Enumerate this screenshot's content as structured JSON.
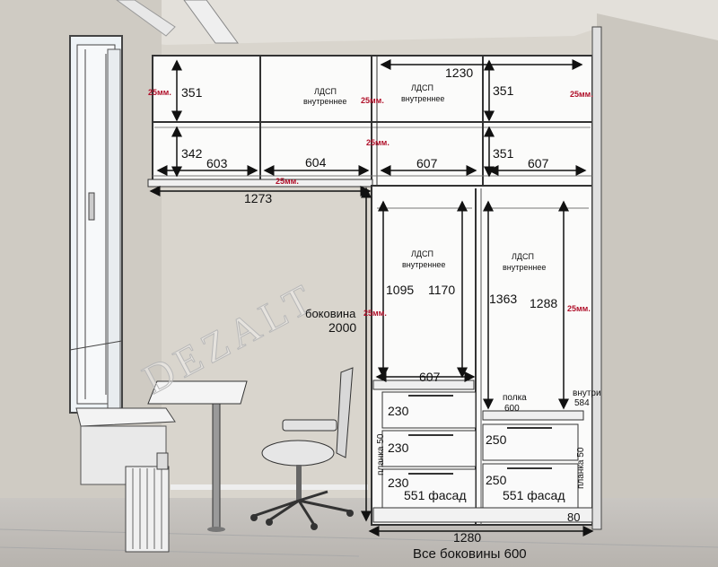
{
  "watermark": "DEZALT",
  "dims": {
    "top_width": "1230",
    "upper_shelf_h_left": "351",
    "upper_shelf_h_right": "351",
    "lower_shelf_h_left": "342",
    "lower_shelf_h_right": "351",
    "w_603": "603",
    "w_604": "604",
    "w_607_upper": "607",
    "w_607_upper_right": "607",
    "w_1273": "1273",
    "h_1095": "1095",
    "h_1170": "1170",
    "h_1363": "1363",
    "h_1288": "1288",
    "w_607_mid": "607",
    "side_label": "боковина",
    "side_height": "2000",
    "drawer1": "230",
    "drawer2": "230",
    "drawer3": "230",
    "drawer4": "250",
    "drawer5": "250",
    "facade_left": "551 фасад",
    "facade_right": "551 фасад",
    "total_width": "1280",
    "plinth": "80",
    "shelf_note_line1": "полка",
    "shelf_note_line2": "600",
    "inner_note_line1": "внутри",
    "inner_note_line2": "584",
    "plank_left": "планка 50",
    "plank_right": "планка 50",
    "caption": "Все боковины 600"
  },
  "thickness": {
    "t1": "25мм.",
    "t2": "25мм.",
    "t3": "25мм.",
    "t4": "25мм.",
    "t5": "25мм.",
    "t6": "25мм.",
    "t7": "25мм."
  },
  "material": {
    "m1_line1": "ЛДСП",
    "m1_line2": "внутреннее",
    "m2_line1": "ЛДСП",
    "m2_line2": "внутреннее",
    "m3_line1": "ЛДСП",
    "m3_line2": "внутреннее",
    "m4_line1": "ЛДСП",
    "m4_line2": "внутреннее"
  }
}
